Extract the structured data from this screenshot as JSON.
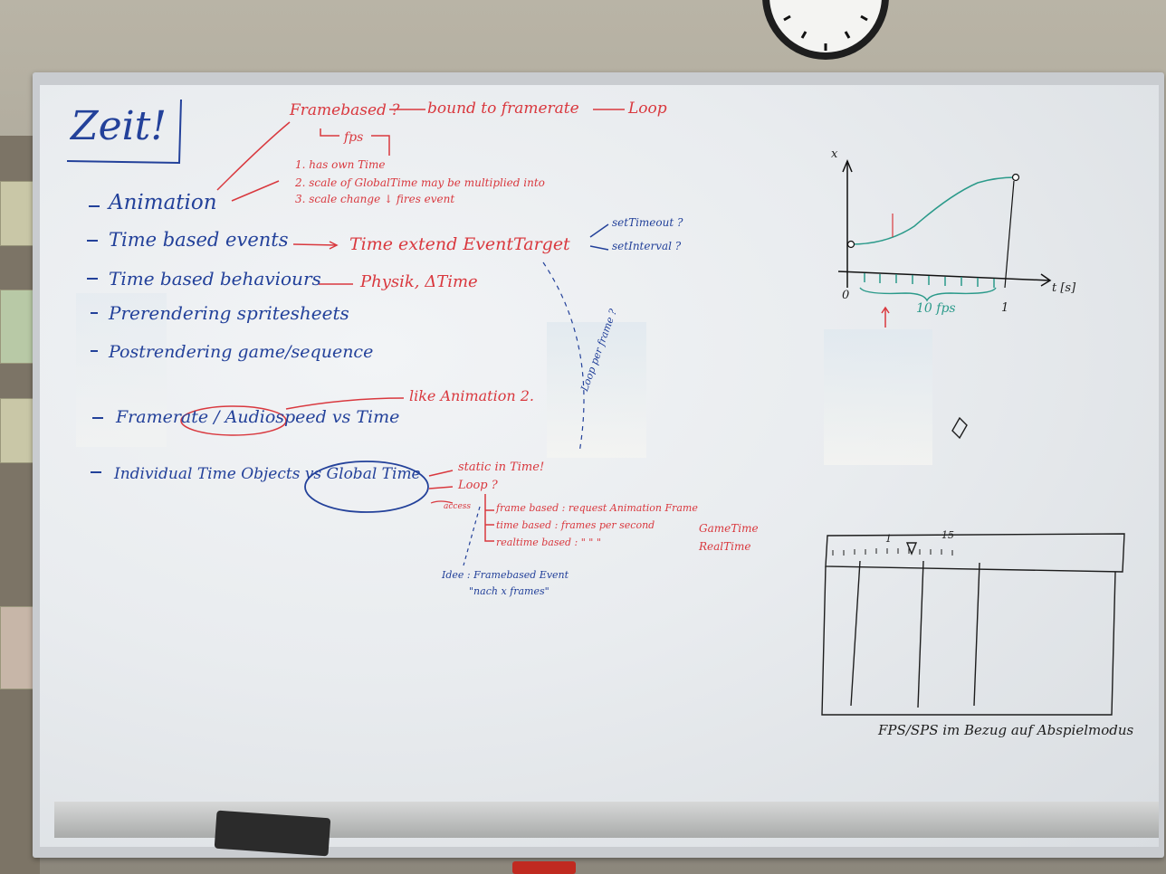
{
  "board_title": "Zeit!",
  "topics": [
    "Animation",
    "Time based events",
    "Time based behaviours",
    "Prerendering spritesheets",
    "Postrendering game/sequence",
    "Framerate / Audiospeed vs Time",
    "Individual Time Objects vs Global Time"
  ],
  "animation_notes": {
    "framebased": "Framebased ?",
    "bound": "bound to framerate",
    "loop_top": "Loop",
    "fps": "fps",
    "item1": "1. has own Time",
    "item2": "2. scale of GlobalTime may be multiplied into",
    "item3": "3. scale change ↓ fires event"
  },
  "events_notes": {
    "time_extend": "Time extend EventTarget",
    "set_timeout": "setTimeout ?",
    "set_interval": "setInterval ?"
  },
  "behaviour_notes": {
    "physik": "Physik, ΔTime"
  },
  "framerate_notes": {
    "like_animation": "like Animation 2."
  },
  "global_time_notes": {
    "static": "static in Time!",
    "loop": "Loop ?",
    "access": "access",
    "frame_based": "frame based : request Animation Frame",
    "time_based": "time based : frames per second",
    "game_time": "GameTime",
    "realtime_based": "realtime based : \"   \"   \"",
    "real_time": "RealTime",
    "idee": "Idee : Framebased Event",
    "nach_frames": "\"nach x frames\"",
    "loop_per_frame": "Loop per frame ?"
  },
  "graph": {
    "x_axis_label": "x",
    "t_axis_label": "t [s]",
    "origin": "0",
    "end": "1",
    "fps_label": "10 fps"
  },
  "timeline": {
    "mark_a": "1",
    "mark_b": "15",
    "caption": "FPS/SPS im Bezug auf Abspielmodus"
  },
  "colors": {
    "blue_marker": "#23419a",
    "red_marker": "#d9383e",
    "black_marker": "#1d1d1d",
    "teal_marker": "#2b9a8a"
  }
}
